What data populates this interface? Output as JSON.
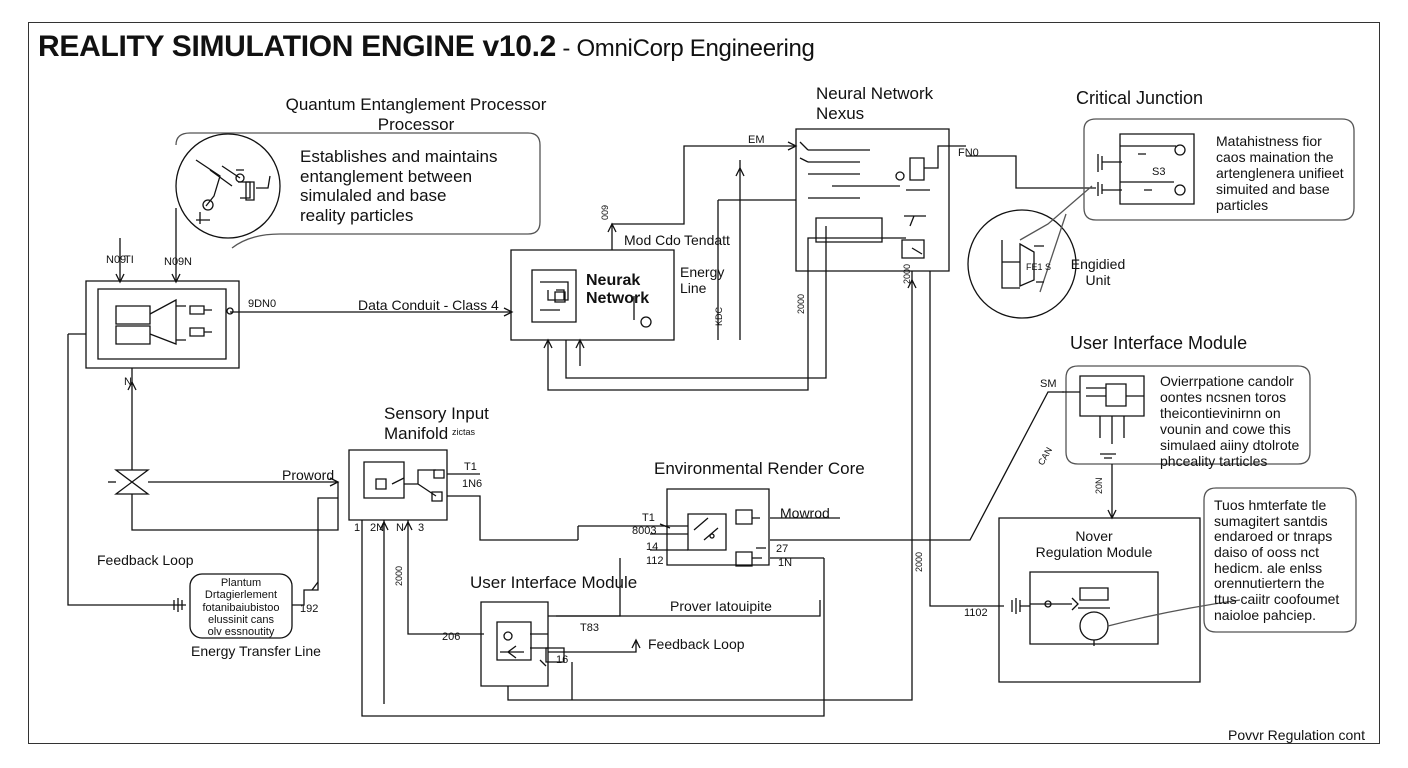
{
  "header": {
    "title": "REALITY SIMULATION ENGINE v10.2",
    "subtitle": " - OmniCorp Engineering"
  },
  "blocks": {
    "quantum": {
      "title": "Quantum Entanglement Processor\nProcessor",
      "desc": "Establishes and maintains\nentanglement between\nsimulaled and base\nreality particles",
      "pin_a": "N09",
      "pin_b": "TI",
      "pin_c": "N09",
      "pin_d": "N",
      "pin_e": "9DN0",
      "pin_f": "N"
    },
    "conduit": {
      "label": "Data Conduit - Class 4"
    },
    "neural_nexus": {
      "title": "Neural Network\nNexus",
      "pin_left": "EM",
      "pin_right": "FN0",
      "pin_bottom": "2000"
    },
    "critical": {
      "title": "Critical Junction",
      "desc": "Matahistness fior\ncaos maination the\nartenglenera unifieet\nsimuited and base\nparticles",
      "pin": "S3",
      "unit_label": "Engidied\nUnit",
      "unit_pins": "FE1 S"
    },
    "neurak": {
      "title": "Neurak\nNetwork",
      "label_a": "Mod Cdo",
      "label_b": "Tendatt",
      "energy": "Energy\nLine",
      "pin_top": "009",
      "pin_side": "KDC",
      "pin_right": "2000"
    },
    "ui_module_right": {
      "title": "User Interface Module",
      "desc": "Ovierrpatione candolr\noontes ncsnen toros\ntheicontievinirnn on\nvounin and cowe this\nsimulaed aiiny dtolrote\nphceality tarticles",
      "pin_sm": "SM",
      "pin_side": "CAN",
      "pin_bottom": "20N"
    },
    "sensory": {
      "title": "Sensory Input\nManifold",
      "title_note": "zictas",
      "pin_a": "T1",
      "pin_b": "1N6",
      "pin_c": "1",
      "pin_d": "2N",
      "pin_e": "N",
      "pin_f": "3",
      "pin_g": "2000"
    },
    "proword": {
      "label": "Proword"
    },
    "feedback_left": {
      "label": "Feedback Loop"
    },
    "phantum": {
      "text": "Plantum\nDrtagierlement\nfotanibaiubistoo\nelussinit cans\nolv essnoutity",
      "pin_a": "192",
      "caption": "Energy Transfer Line"
    },
    "env_core": {
      "title": "Environmental Render Core",
      "pin_a": "T1",
      "pin_b": "8003",
      "pin_c": "14",
      "pin_d": "112",
      "pin_e": "27",
      "pin_f": "1N",
      "mowrod": "Mowrod"
    },
    "ui_module_mid": {
      "title": "User Interface Module",
      "pin_a": "206",
      "pin_b": "T83",
      "pin_c": "16",
      "power": "Prover Iatouipite",
      "feedback": "Feedback Loop"
    },
    "power_reg": {
      "title": "Nover\nRegulation Module",
      "pin": "1102",
      "pin_side": "2000",
      "note": "Tuos hmterfate tle\nsumagitert santdis\nendaroed or tnraps\ndaiso of ooss nct\nhedicm. ale enlss\norennutiertern the\nttus caiitr coofoumet\nnaioloe pahciep."
    },
    "footer": {
      "label": "Povvr Regulation cont"
    }
  },
  "colors": {
    "ink": "#111111",
    "frame": "#333333",
    "callout": "#666666",
    "fill": "#ffffff"
  }
}
